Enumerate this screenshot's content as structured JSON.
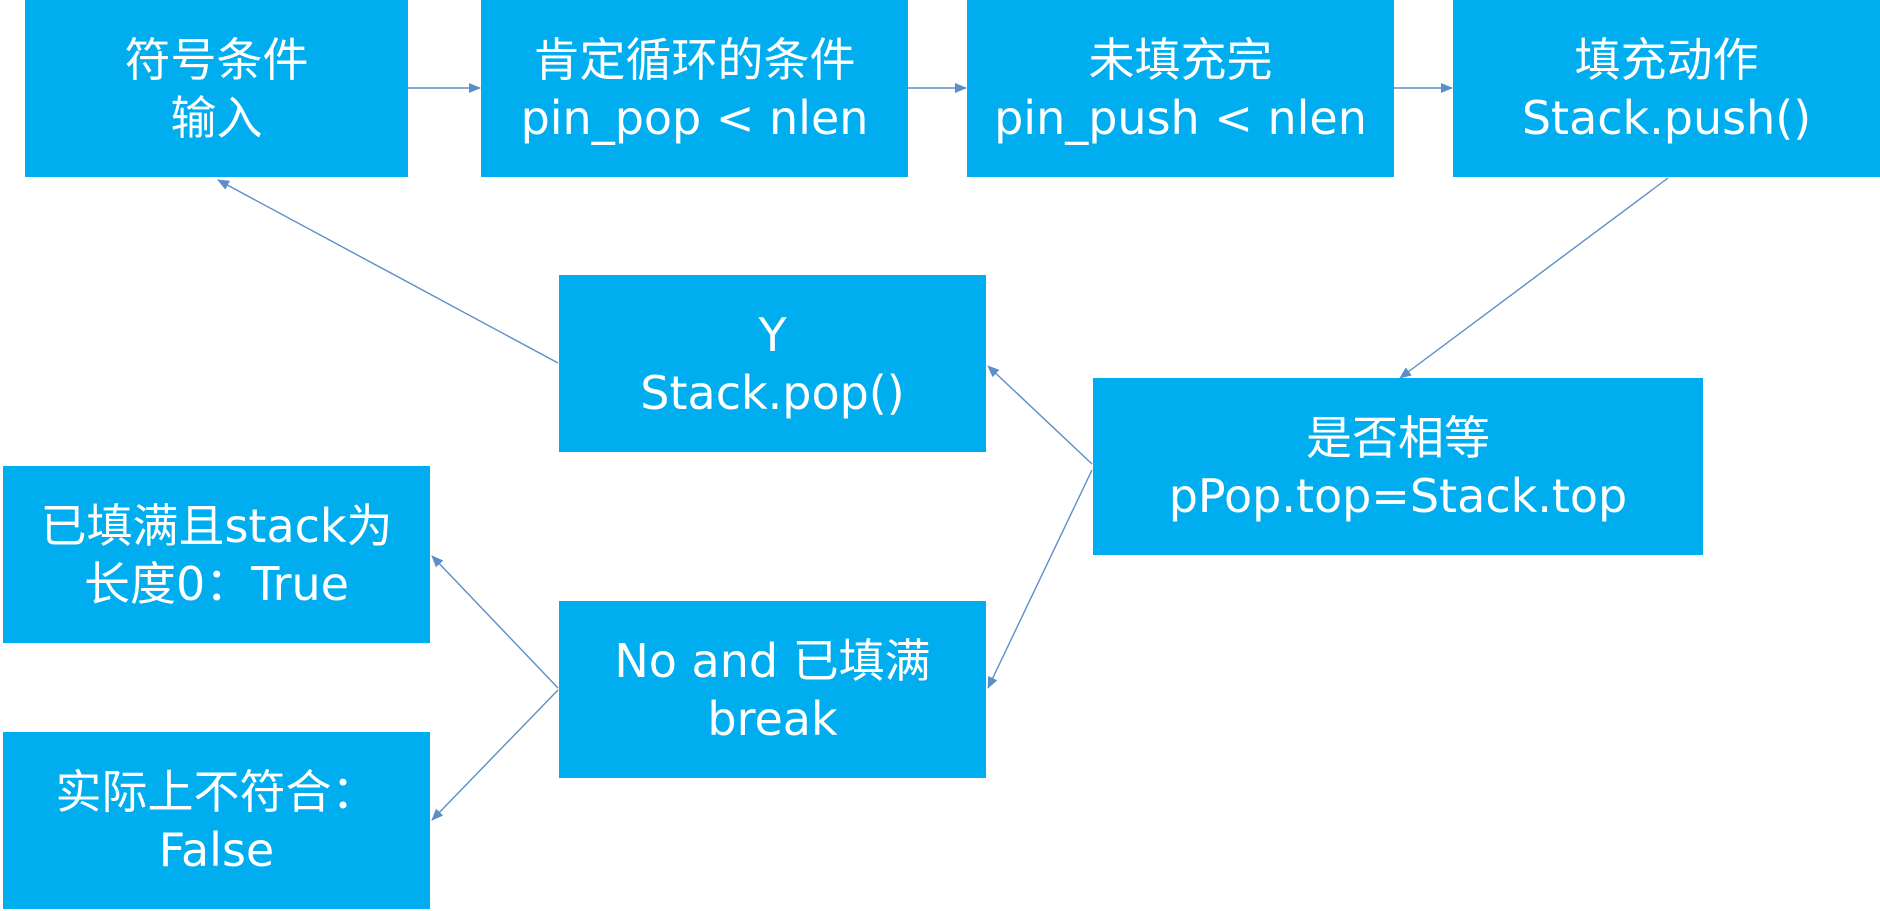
{
  "diagram": {
    "box_color": "#00AEEF",
    "text_color": "#FFFFFF",
    "arrow_color": "#5B8FC9",
    "nodes": {
      "symbol_input": {
        "line1": "符号条件",
        "line2": "输入"
      },
      "loop_condition": {
        "line1": "肯定循环的条件",
        "line2": "pin_pop < nlen"
      },
      "not_filled": {
        "line1": "未填充完",
        "line2": "pin_push < nlen"
      },
      "fill_action": {
        "line1": "填充动作",
        "line2": "Stack.push()"
      },
      "yes_pop": {
        "line1": "Y",
        "line2": "Stack.pop()"
      },
      "equal_check": {
        "line1": "是否相等",
        "line2": "pPop.top=Stack.top"
      },
      "filled_true": {
        "line1": "已填满且stack为",
        "line2": "长度0：True"
      },
      "no_break": {
        "line1": "No and 已填满",
        "line2": "break"
      },
      "false_result": {
        "line1": "实际上不符合：",
        "line2": "False"
      }
    },
    "edges": [
      {
        "from": "symbol_input",
        "to": "loop_condition"
      },
      {
        "from": "loop_condition",
        "to": "not_filled"
      },
      {
        "from": "not_filled",
        "to": "fill_action"
      },
      {
        "from": "fill_action",
        "to": "equal_check"
      },
      {
        "from": "equal_check",
        "to": "yes_pop"
      },
      {
        "from": "equal_check",
        "to": "no_break"
      },
      {
        "from": "yes_pop",
        "to": "symbol_input"
      },
      {
        "from": "no_break",
        "to": "filled_true"
      },
      {
        "from": "no_break",
        "to": "false_result"
      }
    ]
  }
}
